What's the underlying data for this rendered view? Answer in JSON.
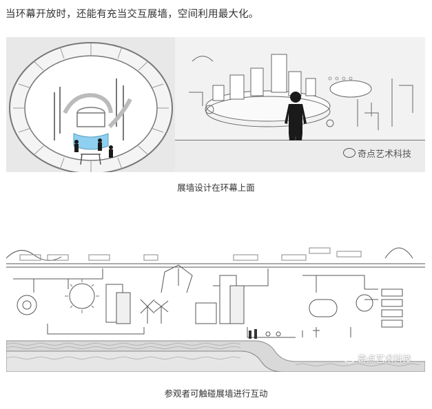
{
  "article": {
    "intro_text": "当环幕开放时，还能有充当交互展墙，空间利用最大化。",
    "figure1_caption": "展墙设计在环幕上面",
    "figure2_caption": "参观者可触碰展墙进行互动"
  },
  "watermark": {
    "text": "奇点艺术科技"
  },
  "colors": {
    "figure_bg": "#e8e8e8",
    "screen_blue": "#8fd0f0",
    "line": "#555555",
    "silhouette": "#1a1a1a"
  }
}
